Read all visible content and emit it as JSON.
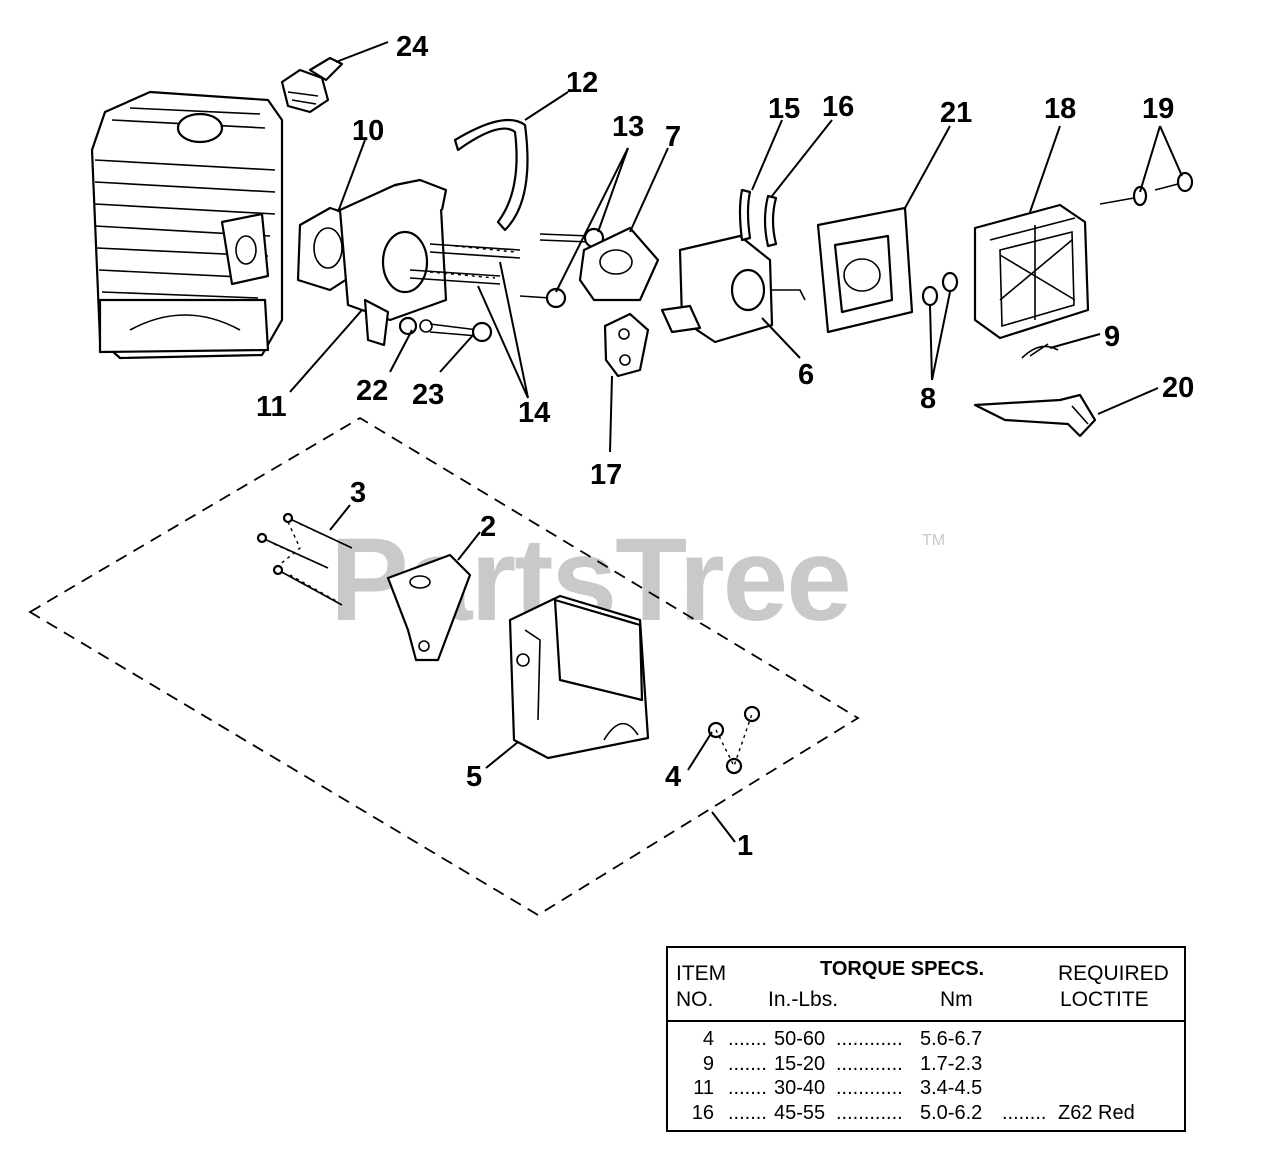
{
  "watermark": {
    "text": "PartsTree",
    "tm": "TM"
  },
  "callouts": [
    {
      "id": "24",
      "text": "24"
    },
    {
      "id": "12",
      "text": "12"
    },
    {
      "id": "13",
      "text": "13"
    },
    {
      "id": "7",
      "text": "7"
    },
    {
      "id": "15",
      "text": "15"
    },
    {
      "id": "16",
      "text": "16"
    },
    {
      "id": "21",
      "text": "21"
    },
    {
      "id": "18",
      "text": "18"
    },
    {
      "id": "19",
      "text": "19"
    },
    {
      "id": "10",
      "text": "10"
    },
    {
      "id": "9",
      "text": "9"
    },
    {
      "id": "20",
      "text": "20"
    },
    {
      "id": "6",
      "text": "6"
    },
    {
      "id": "8",
      "text": "8"
    },
    {
      "id": "11",
      "text": "11"
    },
    {
      "id": "22",
      "text": "22"
    },
    {
      "id": "23",
      "text": "23"
    },
    {
      "id": "14",
      "text": "14"
    },
    {
      "id": "17",
      "text": "17"
    },
    {
      "id": "3",
      "text": "3"
    },
    {
      "id": "2",
      "text": "2"
    },
    {
      "id": "5",
      "text": "5"
    },
    {
      "id": "4",
      "text": "4"
    },
    {
      "id": "1",
      "text": "1"
    }
  ],
  "torque_table": {
    "header": {
      "item": "ITEM",
      "no": "NO.",
      "title": "TORQUE SPECS.",
      "in_lbs": "In.-Lbs.",
      "nm": "Nm",
      "required": "REQUIRED",
      "loctite": "LOCTITE"
    },
    "rows": [
      {
        "item": "4",
        "in_lbs": "50-60",
        "nm": "5.6-6.7",
        "loctite": ""
      },
      {
        "item": "9",
        "in_lbs": "15-20",
        "nm": "1.7-2.3",
        "loctite": ""
      },
      {
        "item": "11",
        "in_lbs": "30-40",
        "nm": "3.4-4.5",
        "loctite": ""
      },
      {
        "item": "16",
        "in_lbs": "45-55",
        "nm": "5.0-6.2",
        "loctite": "Z62 Red"
      }
    ],
    "dots": {
      "a": ".......",
      "b": "............",
      "c": "........"
    }
  }
}
